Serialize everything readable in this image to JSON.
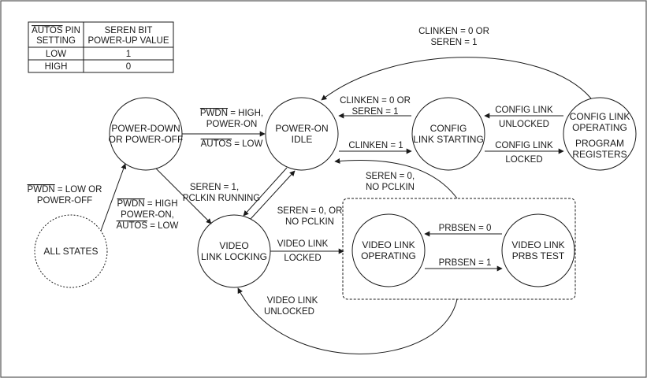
{
  "table": {
    "header_col1_over": "AUTOS",
    "header_col1_rest": " PIN",
    "header_col1_line2": "SETTING",
    "header_col2_line1": "SEREN BIT",
    "header_col2_line2": "POWER-UP VALUE",
    "rows": [
      {
        "setting": "LOW",
        "value": "1"
      },
      {
        "setting": "HIGH",
        "value": "0"
      }
    ]
  },
  "states": {
    "power_down": [
      "POWER-DOWN",
      "OR POWER-OFF"
    ],
    "power_on_idle": [
      "POWER-ON",
      "IDLE"
    ],
    "config_link_starting": [
      "CONFIG",
      "LINK STARTING"
    ],
    "config_link_operating": [
      "CONFIG LINK",
      "OPERATING",
      "PROGRAM",
      "REGISTERS"
    ],
    "all_states": [
      "ALL STATES"
    ],
    "video_link_locking": [
      "VIDEO",
      "LINK LOCKING"
    ],
    "video_link_operating": [
      "VIDEO LINK",
      "OPERATING"
    ],
    "video_link_prbs_test": [
      "VIDEO LINK",
      "PRBS TEST"
    ]
  },
  "transitions": {
    "all_to_powerdown": {
      "l1_over": "PWDN",
      "l1_rest": " = LOW OR",
      "l2": "POWER-OFF"
    },
    "powerdown_to_idle": {
      "l1_over": "PWDN",
      "l1_rest": " = HIGH,",
      "l2": "POWER-ON",
      "l3_over": "AUTOS",
      "l3_rest": " = LOW"
    },
    "powerdown_to_locking": {
      "l1": "SEREN = 1,",
      "l2": "PCLKIN RUNNING"
    },
    "powerdown_to_locking_cond": {
      "l1_over": "PWDN",
      "l1_rest": " = HIGH",
      "l2": "POWER-ON,",
      "l3_over": "AUTOS",
      "l3_rest": " = LOW"
    },
    "locking_to_idle": {
      "l1": "SEREN = 0, OR",
      "l2": "NO PCLKIN"
    },
    "idle_to_config_start": {
      "l1": "CLINKEN = 1"
    },
    "config_start_to_idle": {
      "l1": "CLINKEN = 0 OR",
      "l2": "SEREN = 1"
    },
    "start_to_operating": {
      "l1": "CONFIG LINK",
      "l2": "LOCKED"
    },
    "operating_to_start": {
      "l1": "CONFIG LINK",
      "l2": "UNLOCKED"
    },
    "config_op_to_idle": {
      "l1": "CLINKEN = 0 OR",
      "l2": "SEREN = 1"
    },
    "video_op_to_idle": {
      "l1": "SEREN = 0,",
      "l2": "NO PCLKIN"
    },
    "locking_to_video_op": {
      "l1": "VIDEO LINK",
      "l2": "LOCKED"
    },
    "prbs_to_op": {
      "l1": "PRBSEN = 0"
    },
    "op_to_prbs": {
      "l1": "PRBSEN = 1"
    },
    "video_op_to_locking": {
      "l1": "VIDEO LINK",
      "l2": "UNLOCKED"
    }
  }
}
